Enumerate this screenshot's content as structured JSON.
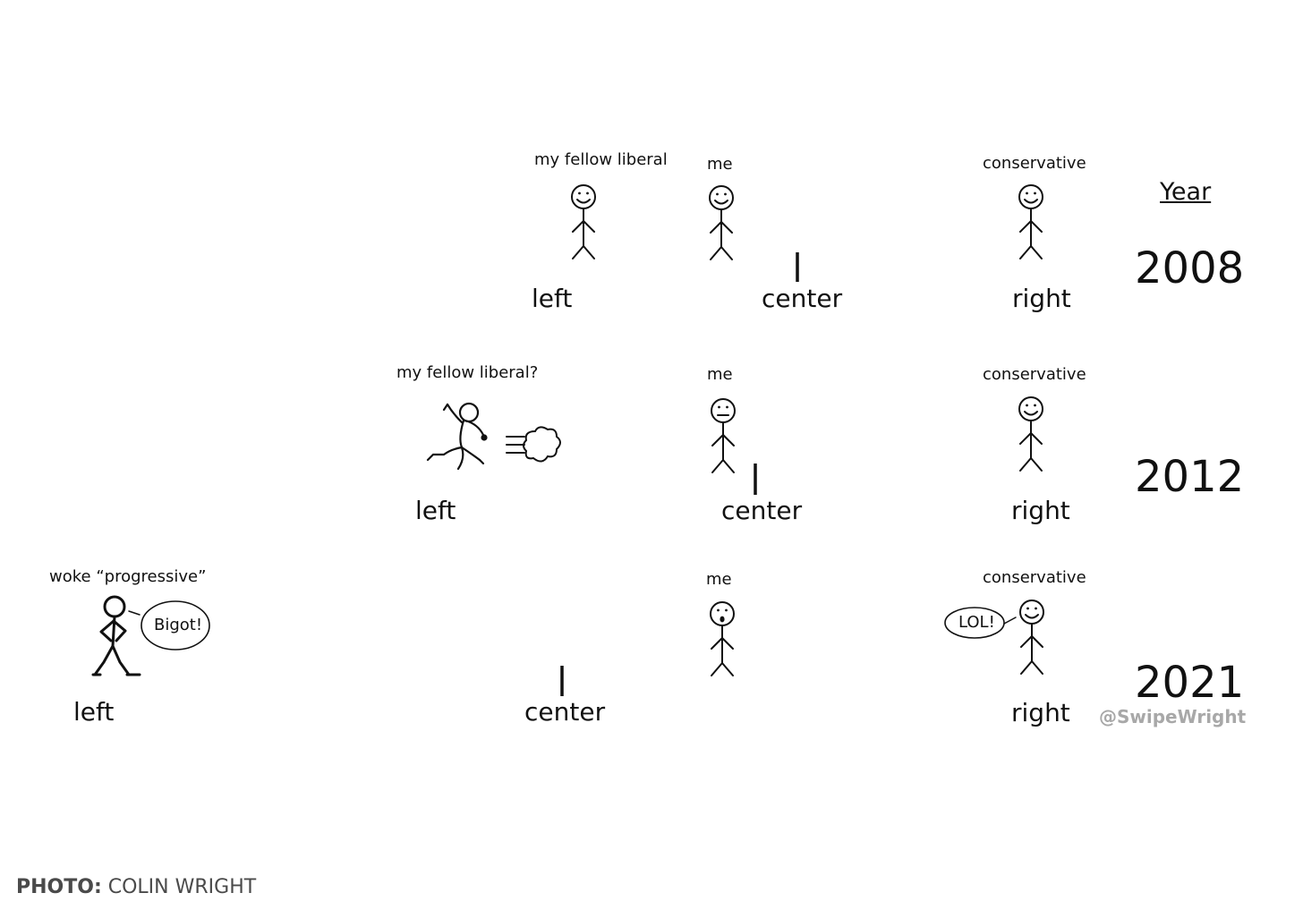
{
  "header": {
    "year_label": "Year"
  },
  "watermark": "@SwipeWright",
  "credit": {
    "prefix": "PHOTO:",
    "name": "COLIN WRIGHT"
  },
  "colors": {
    "left": "#2f6db5",
    "mid": "#6a3a78",
    "right": "#d6322b",
    "ink": "#111111"
  },
  "rows": [
    {
      "year": "2008",
      "axis": {
        "left": "left",
        "center": "center",
        "right": "right"
      },
      "figures": [
        {
          "label": "my fellow liberal",
          "pose": "smile-standing"
        },
        {
          "label": "me",
          "pose": "smile-standing"
        },
        {
          "label": "conservative",
          "pose": "smile-standing"
        }
      ]
    },
    {
      "year": "2012",
      "axis": {
        "left": "left",
        "center": "center",
        "right": "right"
      },
      "figures": [
        {
          "label": "my fellow liberal?",
          "pose": "running-away"
        },
        {
          "label": "me",
          "pose": "neutral-standing"
        },
        {
          "label": "conservative",
          "pose": "smile-standing"
        }
      ]
    },
    {
      "year": "2021",
      "axis": {
        "left": "left",
        "center": "center",
        "right": "right"
      },
      "figures": [
        {
          "label": "woke “progressive”",
          "pose": "arms-on-hips",
          "speech": "Bigot!"
        },
        {
          "label": "me",
          "pose": "surprised-standing"
        },
        {
          "label": "conservative",
          "pose": "smile-standing",
          "speech": "LOL!"
        }
      ]
    }
  ]
}
